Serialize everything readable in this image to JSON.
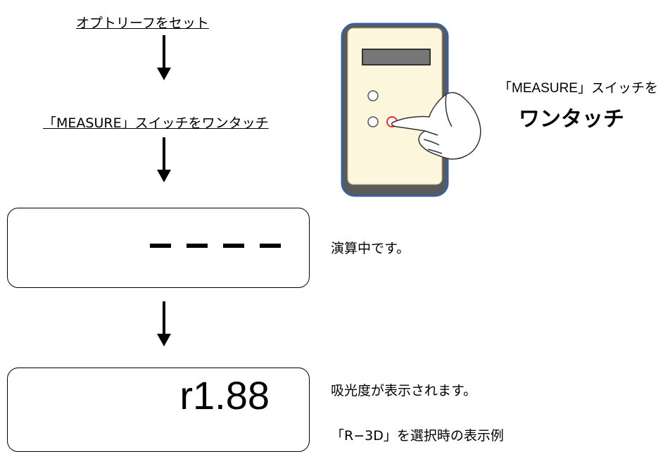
{
  "steps": {
    "step1": "オプトリーフをセット",
    "step2": "「MEASURE」スイッチをワンタッチ"
  },
  "callout": {
    "line1": "「MEASURE」スイッチを",
    "line2": "ワンタッチ"
  },
  "display1": {
    "note": "演算中です。"
  },
  "display2": {
    "value": "r1.88",
    "note1": "吸光度が表示されます。",
    "note2": "「R−3D」を選択時の表示例"
  },
  "colors": {
    "device_body": "#fbf6dc",
    "device_border": "#3a5f9a",
    "measure_button": "#e0302a"
  }
}
